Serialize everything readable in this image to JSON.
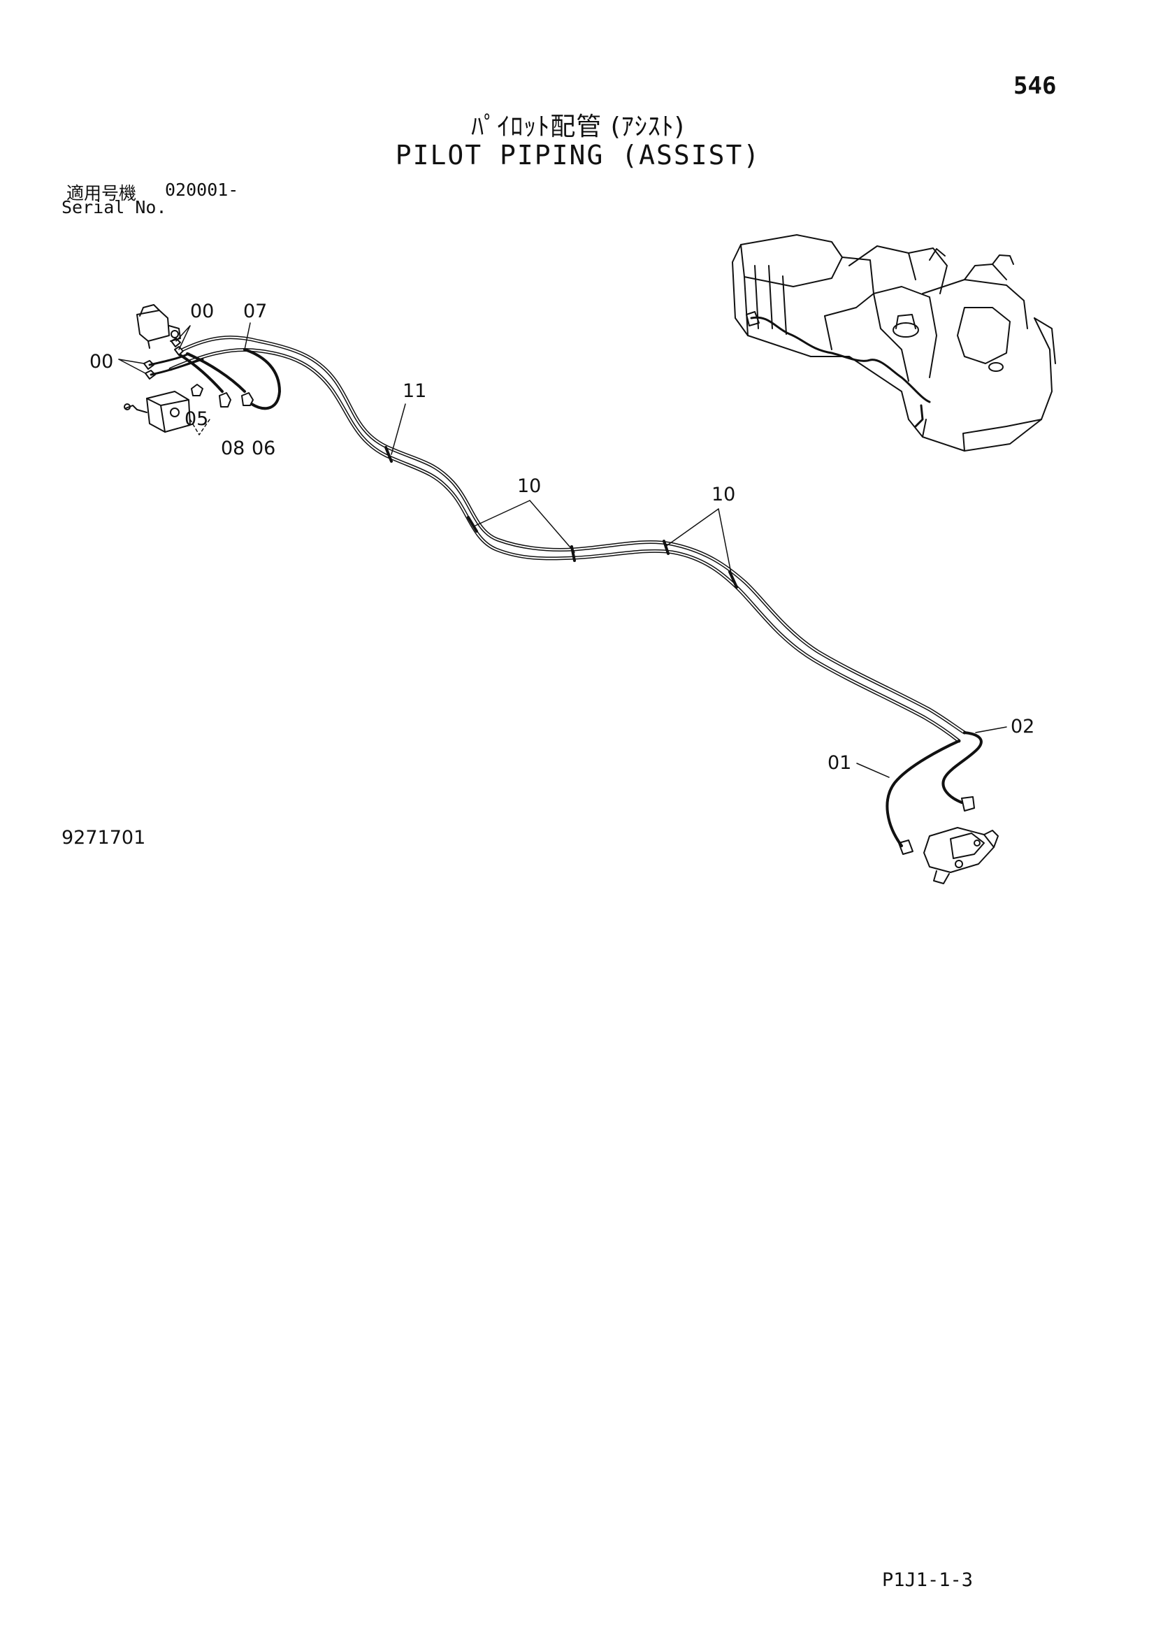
{
  "page_number": "546",
  "title_jp": "ﾊﾟｲﾛｯﾄ配管 (ｱｼｽﾄ)",
  "title_en": "PILOT PIPING (ASSIST)",
  "serial": {
    "label_jp": "適用号機",
    "value": "020001-",
    "label_en": "Serial No."
  },
  "drawing_number": "9271701",
  "page_code": "P1J1-1-3",
  "callouts": {
    "c00_top": "00",
    "c07": "07",
    "c00_left": "00",
    "c05": "05",
    "c08": "08",
    "c06": "06",
    "c11": "11",
    "c10_a": "10",
    "c10_b": "10",
    "c02": "02",
    "c01": "01"
  }
}
